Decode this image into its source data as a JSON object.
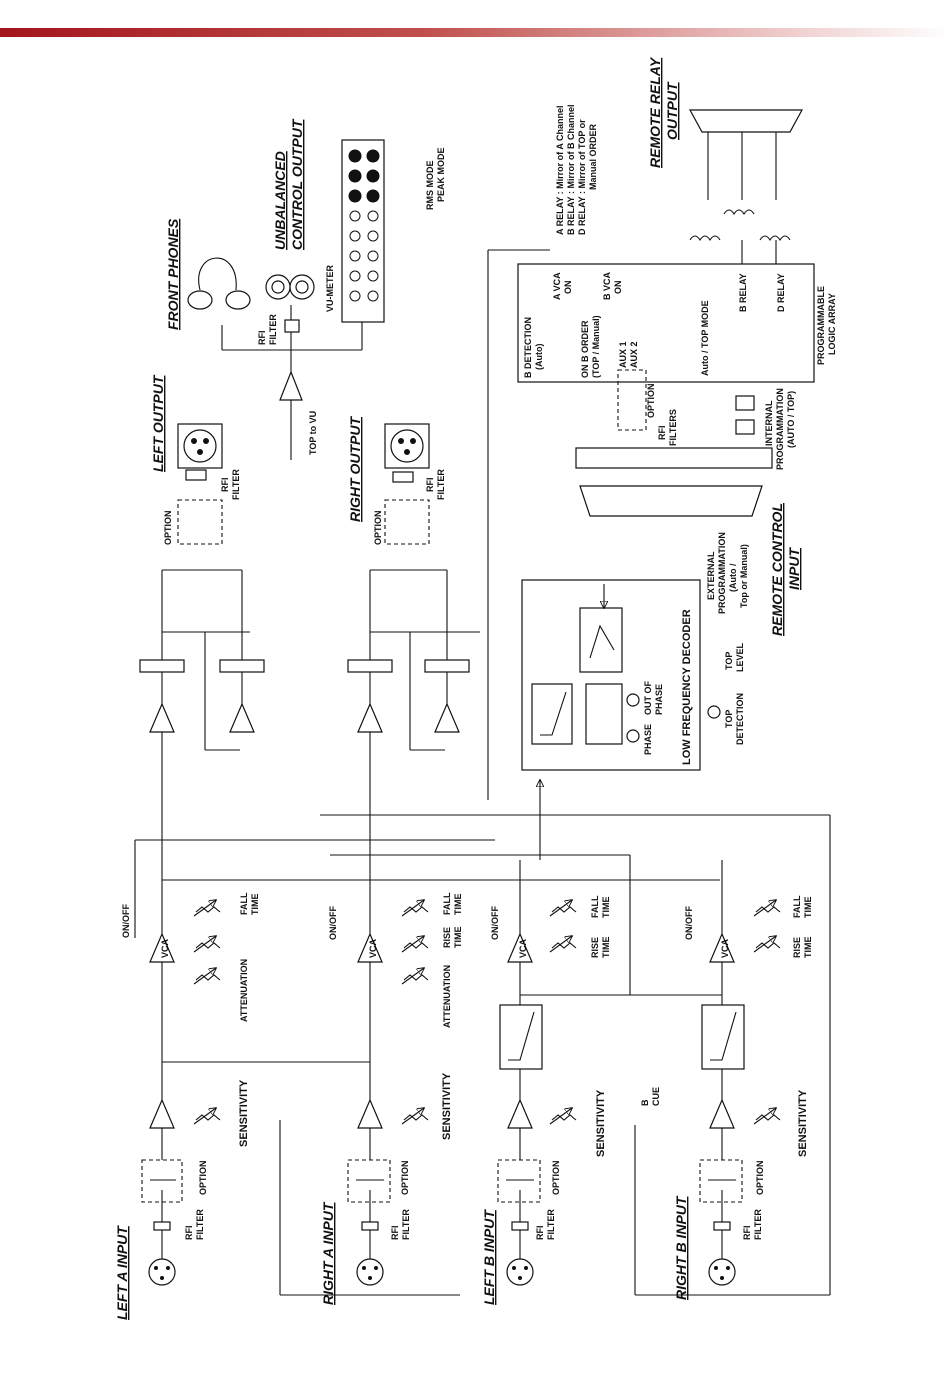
{
  "sections": {
    "left_a_input": "LEFT A INPUT",
    "right_a_input": "RIGHT A INPUT",
    "left_b_input": "LEFT B INPUT",
    "right_b_input": "RIGHT B INPUT",
    "left_output": "LEFT OUTPUT",
    "right_output": "RIGHT OUTPUT",
    "front_phones": "FRONT PHONES",
    "unbalanced_1": "UNBALANCED",
    "unbalanced_2": "CONTROL OUTPUT",
    "remote_relay_1": "REMOTE RELAY",
    "remote_relay_2": "OUTPUT",
    "remote_control_1": "REMOTE CONTROL",
    "remote_control_2": "INPUT",
    "lfd": "LOW FREQUENCY DECODER"
  },
  "labels": {
    "rfi": "RFI",
    "filter": "FILTER",
    "option": "OPTION",
    "sensitivity": "SENSITIVITY",
    "attenuation": "ATTENUATION",
    "onoff": "ON/OFF",
    "vca": "VCA",
    "rise": "RISE",
    "fall": "FALL",
    "time": "TIME",
    "b_cue_b": "B",
    "b_cue_cue": "CUE",
    "top_to_vu": "TOP to VU",
    "vu_meter": "VU-METER",
    "rms_mode": "RMS MODE",
    "peak_mode": "PEAK MODE",
    "phase": "PHASE",
    "out_of": "OUT OF",
    "out_phase": "PHASE",
    "top_det_1": "TOP",
    "top_det_2": "DETECTION",
    "top_level_1": "TOP",
    "top_level_2": "LEVEL",
    "ext_prog_1": "EXTERNAL",
    "ext_prog_2": "PROGRAMMATION",
    "ext_prog_3": "(Auto /",
    "ext_prog_4": "Top or Manual)",
    "int_prog_1": "INTERNAL",
    "int_prog_2": "PROGRAMMATION",
    "int_prog_3": "(AUTO / TOP)",
    "rfi_filters_1": "RFI",
    "rfi_filters_2": "FILTERS",
    "b_detection_1": "B DETECTION",
    "b_detection_2": "(Auto)",
    "on_b_order_1": "ON B ORDER",
    "on_b_order_2": "(TOP / Manual)",
    "aux1": "AUX 1",
    "aux2": "AUX 2",
    "auto_top_mode": "Auto / TOP MODE",
    "a_vca_1": "A VCA",
    "a_vca_2": "ON",
    "b_vca_1": "B VCA",
    "b_vca_2": "ON",
    "b_relay": "B RELAY",
    "d_relay": "D RELAY",
    "pla_1": "PROGRAMMABLE",
    "pla_2": "LOGIC ARRAY",
    "a_relay_note": "A RELAY : Mirror of A Channel",
    "b_relay_note": "B RELAY : Mirror of B Channel",
    "d_relay_note_1": "D RELAY : Mirror of TOP or",
    "d_relay_note_2": "Manual ORDER"
  }
}
